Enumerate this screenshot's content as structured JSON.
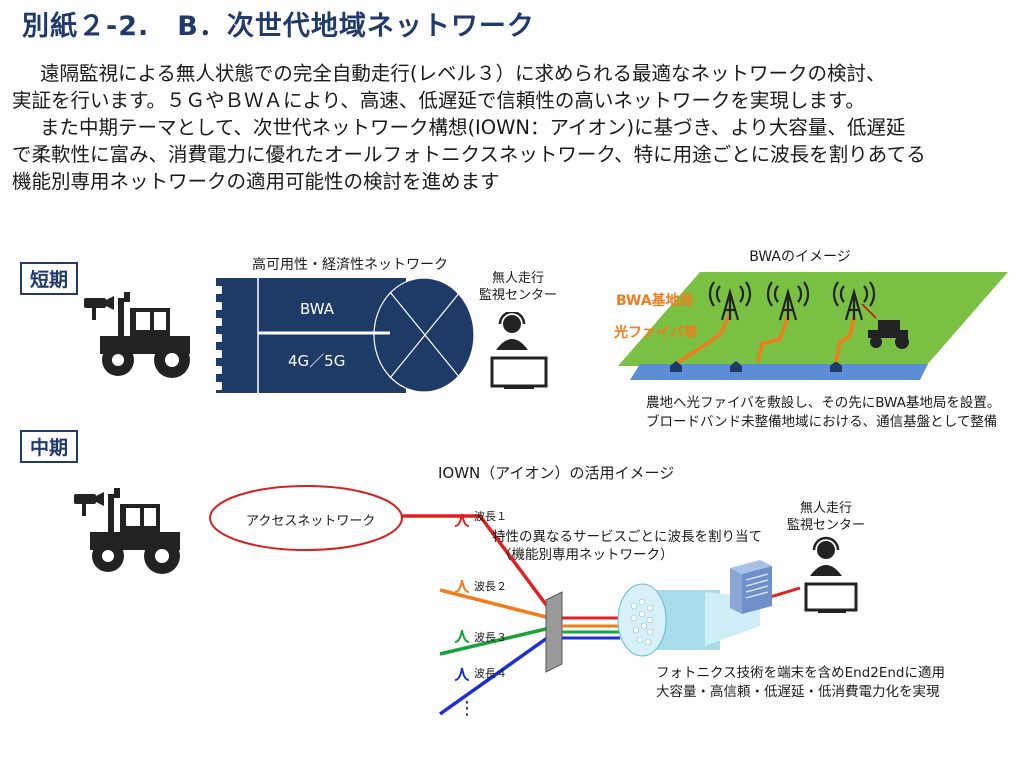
{
  "title": "別紙２-2.　B．次世代地域ネットワーク",
  "body": {
    "p1_line1": "遠隔監視による無人状態での完全自動走行(レベル３）に求められる最適なネットワークの検討、",
    "p1_line2": "実証を行います。５ＧやＢＷＡにより、高速、低遅延で信頼性の高いネットワークを実現します。",
    "p2_line1": "また中期テーマとして、次世代ネットワーク構想(IOWN：アイオン)に基づき、より大容量、低遅延",
    "p2_line2": "で柔軟性に富み、消費電力に優れたオールフォトニクスネットワーク、特に用途ごとに波長を割りあてる",
    "p2_line3": "機能別専用ネットワークの適用可能性の検討を進めます"
  },
  "short_term": {
    "tag": "短期",
    "network_title": "高可用性・経済性ネットワーク",
    "band_bwa": "BWA",
    "band_cellular": "4G／5G",
    "center_line1": "無人走行",
    "center_line2": "監視センター"
  },
  "bwa_image": {
    "title": "BWAのイメージ",
    "base_station_label": "BWA基地局",
    "fiber_label": "光ファイバ等",
    "caption_line1": "農地へ光ファイバを敷設し、その先にBWA基地局を設置。",
    "caption_line2": "ブロードバンド未整備地域における、通信基盤として整備"
  },
  "mid_term": {
    "tag": "中期",
    "iown_title": "IOWN（アイオン）の活用イメージ",
    "access_network": "アクセスネットワーク",
    "wavelengths": [
      "波長１",
      "波長２",
      "波長３",
      "波長４"
    ],
    "ellipsis": "⋮",
    "feature_line1": "特性の異なるサービスごとに波長を割り当て",
    "feature_line2": "（機能別専用ネットワーク）",
    "center_line1": "無人走行",
    "center_line2": "監視センター",
    "photonics_line1": "フォトニクス技術を端末を含めEnd2Endに適用",
    "photonics_line2": "大容量・高信頼・低遅延・低消費電力化を実現"
  },
  "colors": {
    "title": "#1f3a6b",
    "navy_block": "#1e3a66",
    "field_green": "#7ac143",
    "road_blue": "#5b8ed6",
    "fiber_orange": "#f07c1c",
    "wave1_red": "#e02020",
    "wave2_orange": "#f07c1c",
    "wave3_green": "#1aa33a",
    "wave4_blue": "#1a2fd6",
    "ellipse_red": "#d42020"
  },
  "icons": [
    "tractor-icon",
    "camera-icon",
    "operator-icon",
    "monitor-icon",
    "antenna-icon",
    "house-icon",
    "server-icon",
    "prism-icon",
    "fiber-bundle-icon"
  ]
}
